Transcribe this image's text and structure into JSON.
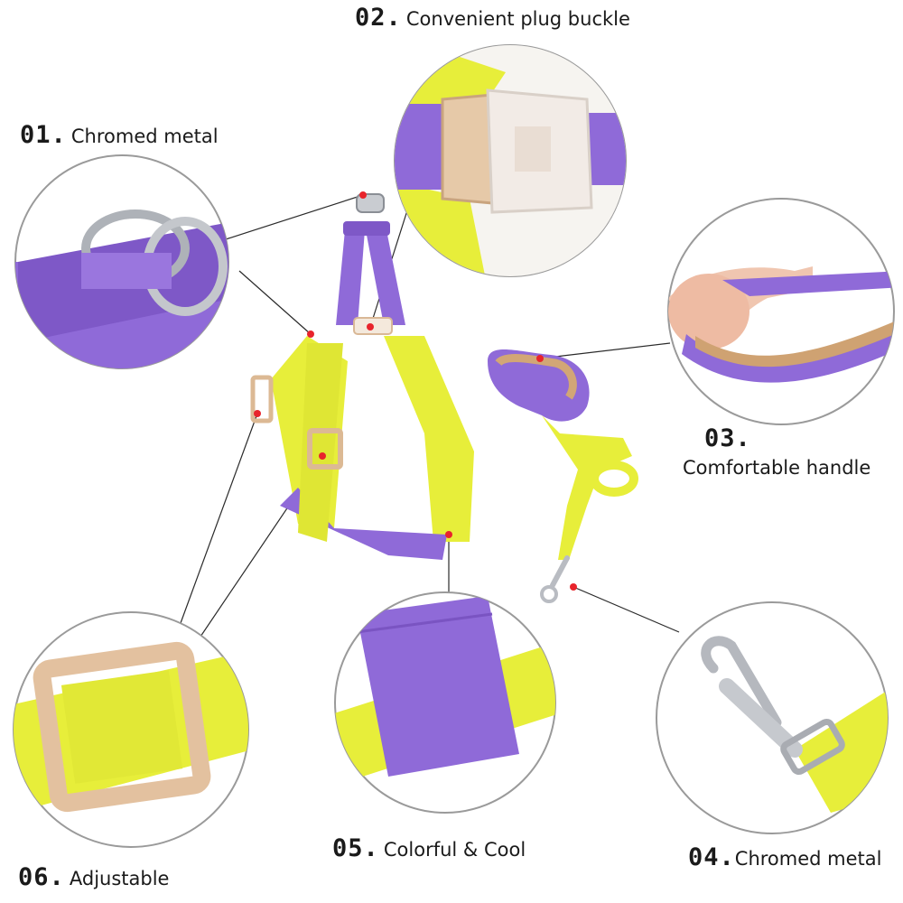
{
  "colors": {
    "purple": "#8f6ad8",
    "yellow": "#e7ee3a",
    "tan": "#e6c9a8",
    "metal": "#c9ccd1",
    "marker": "#e8242c"
  },
  "callouts": [
    {
      "num": "01.",
      "text": "Chromed metal"
    },
    {
      "num": "02.",
      "text": "Convenient plug buckle"
    },
    {
      "num": "03.",
      "text": "Comfortable handle"
    },
    {
      "num": "04.",
      "text": "Chromed metal"
    },
    {
      "num": "05.",
      "text": "Colorful & Cool"
    },
    {
      "num": "06.",
      "text": "Adjustable"
    }
  ]
}
